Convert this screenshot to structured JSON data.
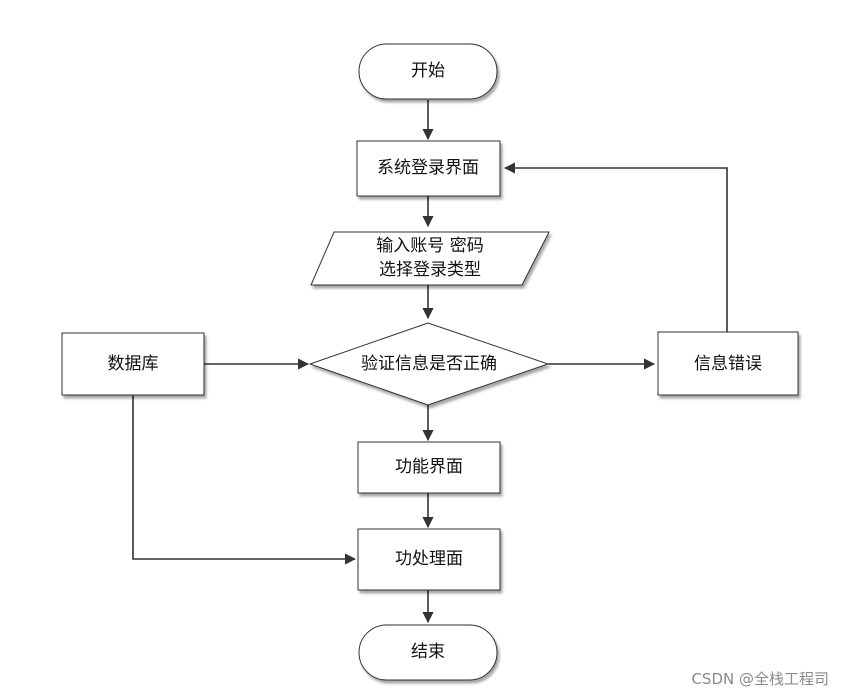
{
  "diagram": {
    "nodes": {
      "start": "开始",
      "login_ui": "系统登录界面",
      "input_line1": "输入账号 密码",
      "input_line2": "选择登录类型",
      "verify": "验证信息是否正确",
      "database": "数据库",
      "error": "信息错误",
      "function_ui": "功能界面",
      "process_ui": "功处理面",
      "end": "结束"
    }
  },
  "watermark": "CSDN @全栈工程司"
}
